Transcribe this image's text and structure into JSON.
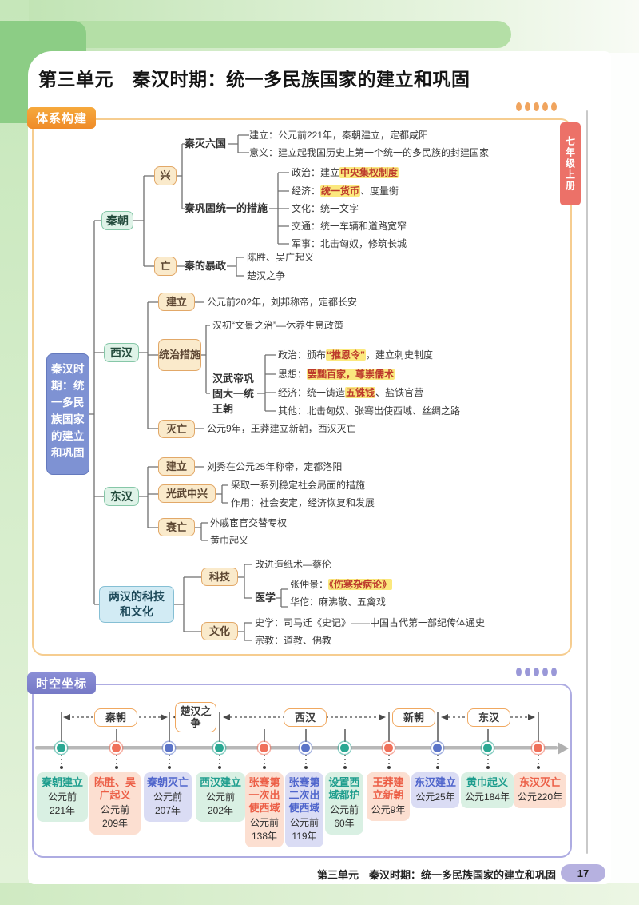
{
  "page": {
    "unit_title": "第三单元　秦汉时期：统一多民族国家的建立和巩固",
    "side_tab": "七年级上册",
    "footer": "第三单元　秦汉时期：统一多民族国家的建立和巩固",
    "page_number": "17"
  },
  "colors": {
    "accent_orange": "#f08c1e",
    "accent_purple": "#7e82cd",
    "teal": "#2aa893",
    "red": "#f0705a",
    "blue": "#5b74c8",
    "highlight": "#fbe87e",
    "tab_red": "#ec7168"
  },
  "mm": {
    "label": "体系构建",
    "root": "秦汉时期：统一多民族国家的建立和巩固",
    "qin": "秦朝",
    "xing": "兴",
    "wang": "亡",
    "qinmie": "秦灭六国",
    "qinmie_jianli": "建立：公元前221年，秦朝建立，定都咸阳",
    "qinmie_yiyi": "意义：建立起我国历史上第一个统一的多民族的封建国家",
    "cuoshi": "秦巩固统一的措施",
    "cuoshi_zhengzhi": [
      "政治：建立",
      "中央集权制度",
      ""
    ],
    "cuoshi_jingji": [
      "经济：",
      "统一货币",
      "、度量衡"
    ],
    "cuoshi_wenhua": "文化：统一文字",
    "cuoshi_jiaotong": "交通：统一车辆和道路宽窄",
    "cuoshi_junshi": "军事：北击匈奴，修筑长城",
    "baozheng": "秦的暴政",
    "baozheng_chensheng": "陈胜、吴广起义",
    "baozheng_chuhan": "楚汉之争",
    "xihan": "西汉",
    "xh_jianli": "建立",
    "xh_jianli_txt": "公元前202年，刘邦称帝，定都长安",
    "xh_tongzhi": "统治措施",
    "xh_hanchu": "汉初“文景之治”—休养生息政策",
    "xh_hanwudi": "汉武帝巩固大一统王朝",
    "hwd_zhengzhi": [
      "政治：颁布",
      "“推恩令”",
      "，建立刺史制度"
    ],
    "hwd_sixiang": [
      "思想：",
      "罢黜百家，尊崇儒术",
      ""
    ],
    "hwd_jingji": [
      "经济：统一铸造",
      "五铢钱",
      "、盐铁官营"
    ],
    "hwd_qita": "其他：北击匈奴、张骞出使西域、丝绸之路",
    "xh_miewang": "灭亡",
    "xh_miewang_txt": "公元9年，王莽建立新朝，西汉灭亡",
    "donghan": "东汉",
    "dh_jianli": "建立",
    "dh_jianli_txt": "刘秀在公元25年称帝，定都洛阳",
    "dh_guangwu": "光武中兴",
    "dh_caiqu": "采取一系列稳定社会局面的措施",
    "dh_zuoyong": "作用：社会安定，经济恢复和发展",
    "dh_shuaiwang": "衰亡",
    "dh_waiqi": "外戚宦官交替专权",
    "dh_huangjin": "黄巾起义",
    "lianghan": "两汉的科技和文化",
    "keji": "科技",
    "keji_zaozhi": "改进造纸术—蔡伦",
    "yixue": "医学",
    "yixue_zhang": [
      "张仲景：",
      "《伤寒杂病论》",
      ""
    ],
    "yixue_huatuo": "华佗：麻沸散、五禽戏",
    "wenhua": "文化",
    "wh_shixue": "史学：司马迁《史记》——中国古代第一部纪传体通史",
    "wh_zongjiao": "宗教：道教、佛教"
  },
  "tl": {
    "label": "时空坐标",
    "periods": [
      "秦朝",
      "楚汉之争",
      "西汉",
      "新朝",
      "东汉"
    ],
    "events": [
      {
        "title": "秦朝建立",
        "d1": "公元前",
        "d2": "221年"
      },
      {
        "title": "陈胜、吴广起义",
        "d1": "公元前",
        "d2": "209年"
      },
      {
        "title": "秦朝灭亡",
        "d1": "公元前",
        "d2": "207年"
      },
      {
        "title": "西汉建立",
        "d1": "公元前",
        "d2": "202年"
      },
      {
        "title": "张骞第一次出使西域",
        "d1": "公元前",
        "d2": "138年"
      },
      {
        "title": "张骞第二次出使西域",
        "d1": "公元前",
        "d2": "119年"
      },
      {
        "title": "设置西域都护",
        "d1": "公元前",
        "d2": "60年"
      },
      {
        "title": "王莽建立新朝",
        "d1": "公元9年",
        "d2": ""
      },
      {
        "title": "东汉建立",
        "d1": "公元25年",
        "d2": ""
      },
      {
        "title": "黄巾起义",
        "d1": "公元184年",
        "d2": ""
      },
      {
        "title": "东汉灭亡",
        "d1": "公元220年",
        "d2": ""
      }
    ]
  }
}
